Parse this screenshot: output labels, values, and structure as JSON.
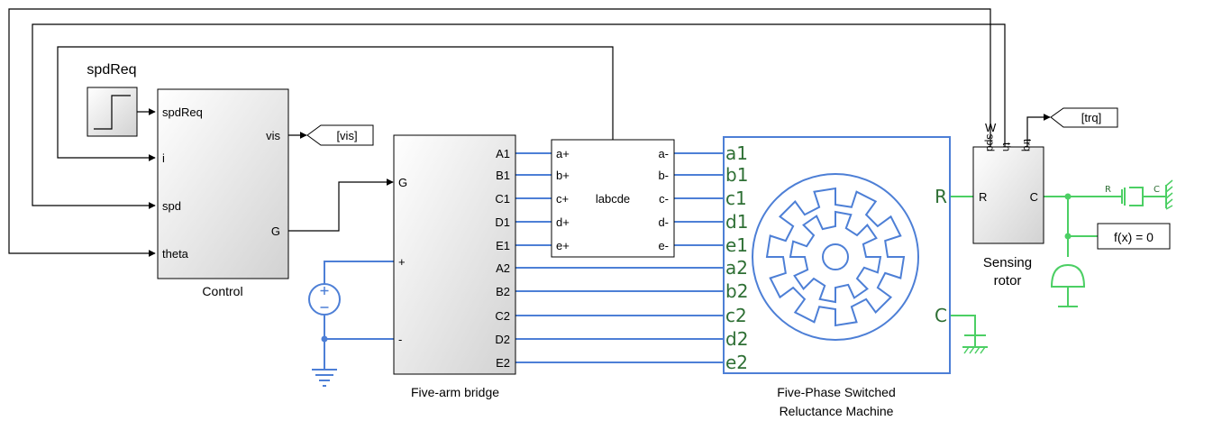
{
  "blocks": {
    "spdreq_source": {
      "label": "spdReq"
    },
    "control": {
      "label": "Control",
      "inputs": [
        "spdReq",
        "i",
        "spd",
        "theta"
      ],
      "outputs": [
        "vis",
        "G"
      ]
    },
    "vis_goto": {
      "label": "[vis]"
    },
    "bridge": {
      "label": "Five-arm bridge",
      "port_g": "G",
      "port_plus": "+",
      "port_minus": "-",
      "outputs": [
        "A1",
        "B1",
        "C1",
        "D1",
        "E1",
        "A2",
        "B2",
        "C2",
        "D2",
        "E2"
      ]
    },
    "labcde": {
      "name": "labcde",
      "left_ports": [
        "a+",
        "b+",
        "c+",
        "d+",
        "e+"
      ],
      "right_ports": [
        "a-",
        "b-",
        "c-",
        "d-",
        "e-"
      ]
    },
    "machine": {
      "label_line1": "Five-Phase Switched",
      "label_line2": "Reluctance Machine",
      "ports": [
        "a1",
        "b1",
        "c1",
        "d1",
        "e1",
        "a2",
        "b2",
        "c2",
        "d2",
        "e2"
      ],
      "port_r": "R",
      "port_c": "C"
    },
    "sensor": {
      "label_line1": "Sensing",
      "label_line2": "rotor",
      "top_ports": [
        "spd",
        "th",
        "trq"
      ],
      "port_r": "R",
      "port_c": "C",
      "signal_w": "W"
    },
    "trq_goto": {
      "label": "[trq]"
    },
    "solver": {
      "label": "f(x) = 0"
    },
    "damper": {
      "port_r": "R",
      "port_c": "C"
    }
  }
}
